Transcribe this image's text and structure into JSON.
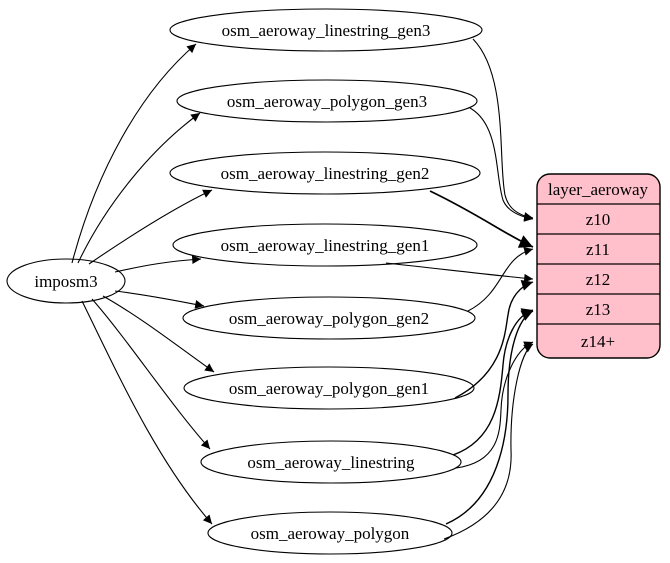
{
  "diagram": {
    "kind": "etl-graph",
    "source": {
      "label": "imposm3"
    },
    "tables": [
      {
        "label": "osm_aeroway_linestring_gen3"
      },
      {
        "label": "osm_aeroway_polygon_gen3"
      },
      {
        "label": "osm_aeroway_linestring_gen2"
      },
      {
        "label": "osm_aeroway_linestring_gen1"
      },
      {
        "label": "osm_aeroway_polygon_gen2"
      },
      {
        "label": "osm_aeroway_polygon_gen1"
      },
      {
        "label": "osm_aeroway_linestring"
      },
      {
        "label": "osm_aeroway_polygon"
      }
    ],
    "layer": {
      "title": "layer_aeroway",
      "rows": [
        "z10",
        "z11",
        "z12",
        "z13",
        "z14+"
      ],
      "fill": "#ffc0cb",
      "stroke": "#000000"
    },
    "edges": {
      "from_source": [
        "osm_aeroway_linestring_gen3",
        "osm_aeroway_polygon_gen3",
        "osm_aeroway_linestring_gen2",
        "osm_aeroway_linestring_gen1",
        "osm_aeroway_polygon_gen2",
        "osm_aeroway_polygon_gen1",
        "osm_aeroway_linestring",
        "osm_aeroway_polygon"
      ],
      "to_layer": [
        {
          "from": "osm_aeroway_linestring_gen3",
          "to": "z10"
        },
        {
          "from": "osm_aeroway_polygon_gen3",
          "to": "z10"
        },
        {
          "from": "osm_aeroway_linestring_gen2",
          "to": "z11"
        },
        {
          "from": "osm_aeroway_polygon_gen2",
          "to": "z11"
        },
        {
          "from": "osm_aeroway_linestring_gen1",
          "to": "z12"
        },
        {
          "from": "osm_aeroway_polygon_gen1",
          "to": "z12"
        },
        {
          "from": "osm_aeroway_linestring",
          "to": "z13"
        },
        {
          "from": "osm_aeroway_polygon",
          "to": "z13"
        },
        {
          "from": "osm_aeroway_linestring",
          "to": "z14+"
        },
        {
          "from": "osm_aeroway_polygon",
          "to": "z14+"
        }
      ]
    }
  }
}
